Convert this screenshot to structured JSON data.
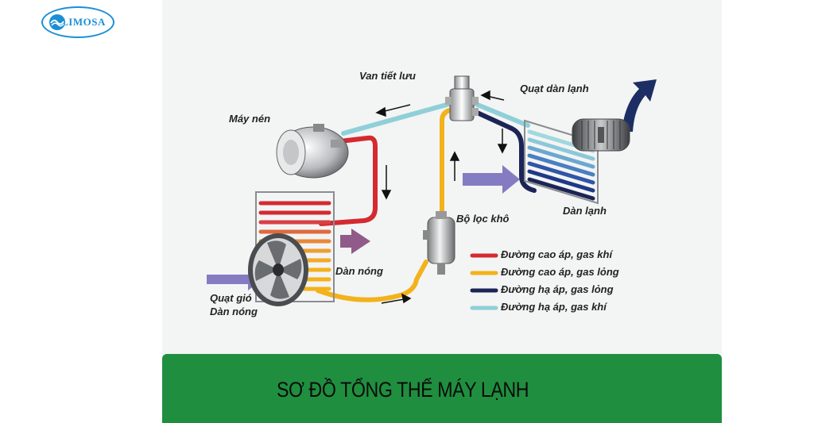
{
  "logo": {
    "text": "LIMOSA",
    "color": "#1a8fd6"
  },
  "labels": {
    "valve": "Van tiết lưu",
    "evaporator_fan": "Quạt dàn lạnh",
    "compressor": "Máy nén",
    "evaporator": "Dàn lạnh",
    "filter_drier": "Bộ lọc khô",
    "condenser": "Dàn nóng",
    "condenser_fan_line1": "Quạt gió",
    "condenser_fan_line2": "Dàn nóng"
  },
  "legend": [
    {
      "label": "Đường cao áp, gas khí",
      "color": "#d42a30"
    },
    {
      "label": "Đường cao áp, gas lỏng",
      "color": "#f3b21b"
    },
    {
      "label": "Đường hạ áp, gas lỏng",
      "color": "#1c2456"
    },
    {
      "label": "Đường hạ áp, gas khí",
      "color": "#8fd0d8"
    }
  ],
  "banner": {
    "title": "SƠ ĐỒ TỔNG THỂ MÁY LẠNH",
    "color": "#1f8f3f"
  }
}
